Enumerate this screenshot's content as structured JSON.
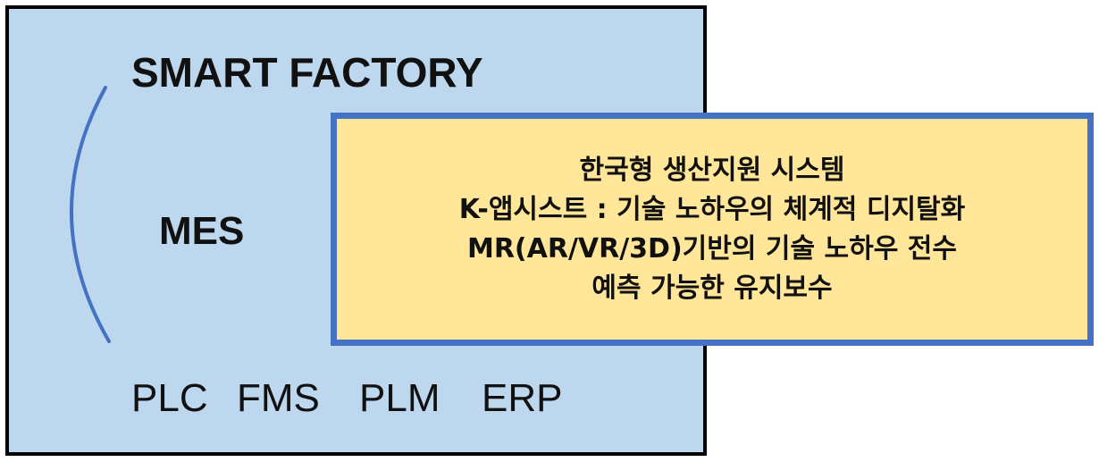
{
  "diagram": {
    "title": "SMART FACTORY",
    "center_label": "MES",
    "bottom_items": [
      "PLC",
      "FMS",
      "PLM",
      "ERP"
    ],
    "callout_lines": [
      "한국형 생산지원 시스템",
      "K-앱시스트 : 기술 노하우의 체계적 디지탈화",
      "MR(AR/VR/3D)기반의 기술 노하우 전수",
      "예측 가능한 유지보수"
    ]
  },
  "colors": {
    "outer_fill": "#bdd7ee",
    "outer_border": "#000000",
    "callout_fill": "#ffe699",
    "callout_border": "#4472c4",
    "arc_stroke": "#4472c4"
  }
}
